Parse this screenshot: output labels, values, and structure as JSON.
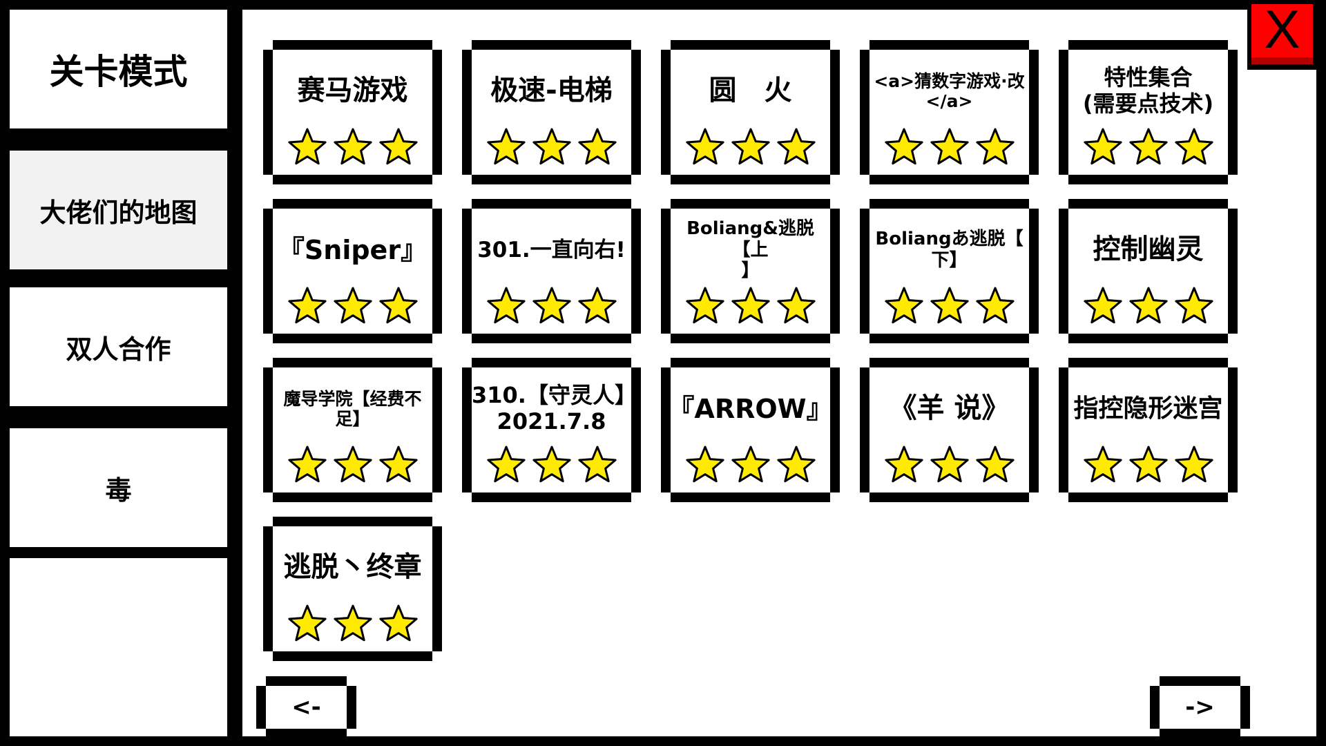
{
  "sidebar": {
    "items": [
      {
        "label": "关卡模式",
        "active": false
      },
      {
        "label": "大佬们的地图",
        "active": true
      },
      {
        "label": "双人合作",
        "active": false
      },
      {
        "label": "毒",
        "active": false
      },
      {
        "label": "",
        "active": false
      }
    ]
  },
  "levels": [
    {
      "title": [
        "赛马游戏"
      ],
      "stars": 3
    },
    {
      "title": [
        "极速-电梯"
      ],
      "stars": 3
    },
    {
      "title": [
        "圆　火"
      ],
      "stars": 3
    },
    {
      "title": [
        "<a>猜数字游戏·改",
        "</a>"
      ],
      "stars": 3
    },
    {
      "title": [
        "特性集合",
        "(需要点技术)"
      ],
      "stars": 3
    },
    {
      "title": [
        "『Sniper』"
      ],
      "stars": 3
    },
    {
      "title": [
        "301.一直向右!"
      ],
      "stars": 3
    },
    {
      "title": [
        "Boliang&逃脱【上",
        "】"
      ],
      "stars": 3
    },
    {
      "title": [
        "Boliangあ逃脱【",
        "下】"
      ],
      "stars": 3
    },
    {
      "title": [
        "控制幽灵"
      ],
      "stars": 3
    },
    {
      "title": [
        "魔导学院【经费不",
        "足】"
      ],
      "stars": 3
    },
    {
      "title": [
        "310.【守灵人】",
        "2021.7.8"
      ],
      "stars": 3
    },
    {
      "title": [
        "『ARROW』"
      ],
      "stars": 3
    },
    {
      "title": [
        "《羊 说》"
      ],
      "stars": 3
    },
    {
      "title": [
        "指控隐形迷宫"
      ],
      "stars": 3
    },
    {
      "title": [
        "逃脱丶终章"
      ],
      "stars": 3
    }
  ],
  "nav": {
    "prev_label": "<-",
    "next_label": "->"
  },
  "close": {
    "label": "X"
  },
  "colors": {
    "star_fill": "#ffea00",
    "star_stroke": "#000000",
    "close_bg": "#ff0000",
    "frame": "#000000",
    "panel": "#ffffff"
  }
}
